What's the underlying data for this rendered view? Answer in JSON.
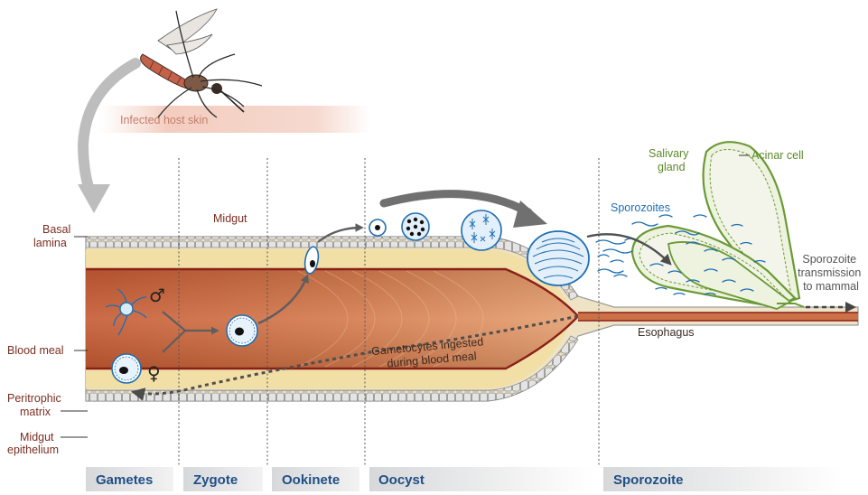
{
  "labels": {
    "host_skin": "Infected host skin",
    "midgut": "Midgut",
    "basal_lamina": [
      "Basal",
      "lamina"
    ],
    "blood_meal": "Blood meal",
    "peritrophic_matrix": [
      "Peritrophic",
      "matrix"
    ],
    "midgut_epithelium": [
      "Midgut",
      "epithelium"
    ],
    "gametocytes_ingested": [
      "Gametocytes ingested",
      "during blood meal"
    ],
    "esophagus": "Esophagus",
    "salivary_gland": [
      "Salivary",
      "gland"
    ],
    "acinar_cell": "Acinar cell",
    "sporozoites": "Sporozoites",
    "transmission": [
      "Sporozoite",
      "transmission",
      "to mammal"
    ],
    "male_symbol": "♂",
    "female_symbol": "♀"
  },
  "stages": [
    "Gametes",
    "Zygote",
    "Ookinete",
    "Oocyst",
    "Sporozoite"
  ],
  "colors": {
    "label_red": "#7a2e22",
    "stage_text": "#1e4f86",
    "cell_blue": "#1f6fb2",
    "gland_green": "#6a9a35",
    "gut_orange": "#c8643a",
    "arrow_gray": "#6b6b6b"
  }
}
